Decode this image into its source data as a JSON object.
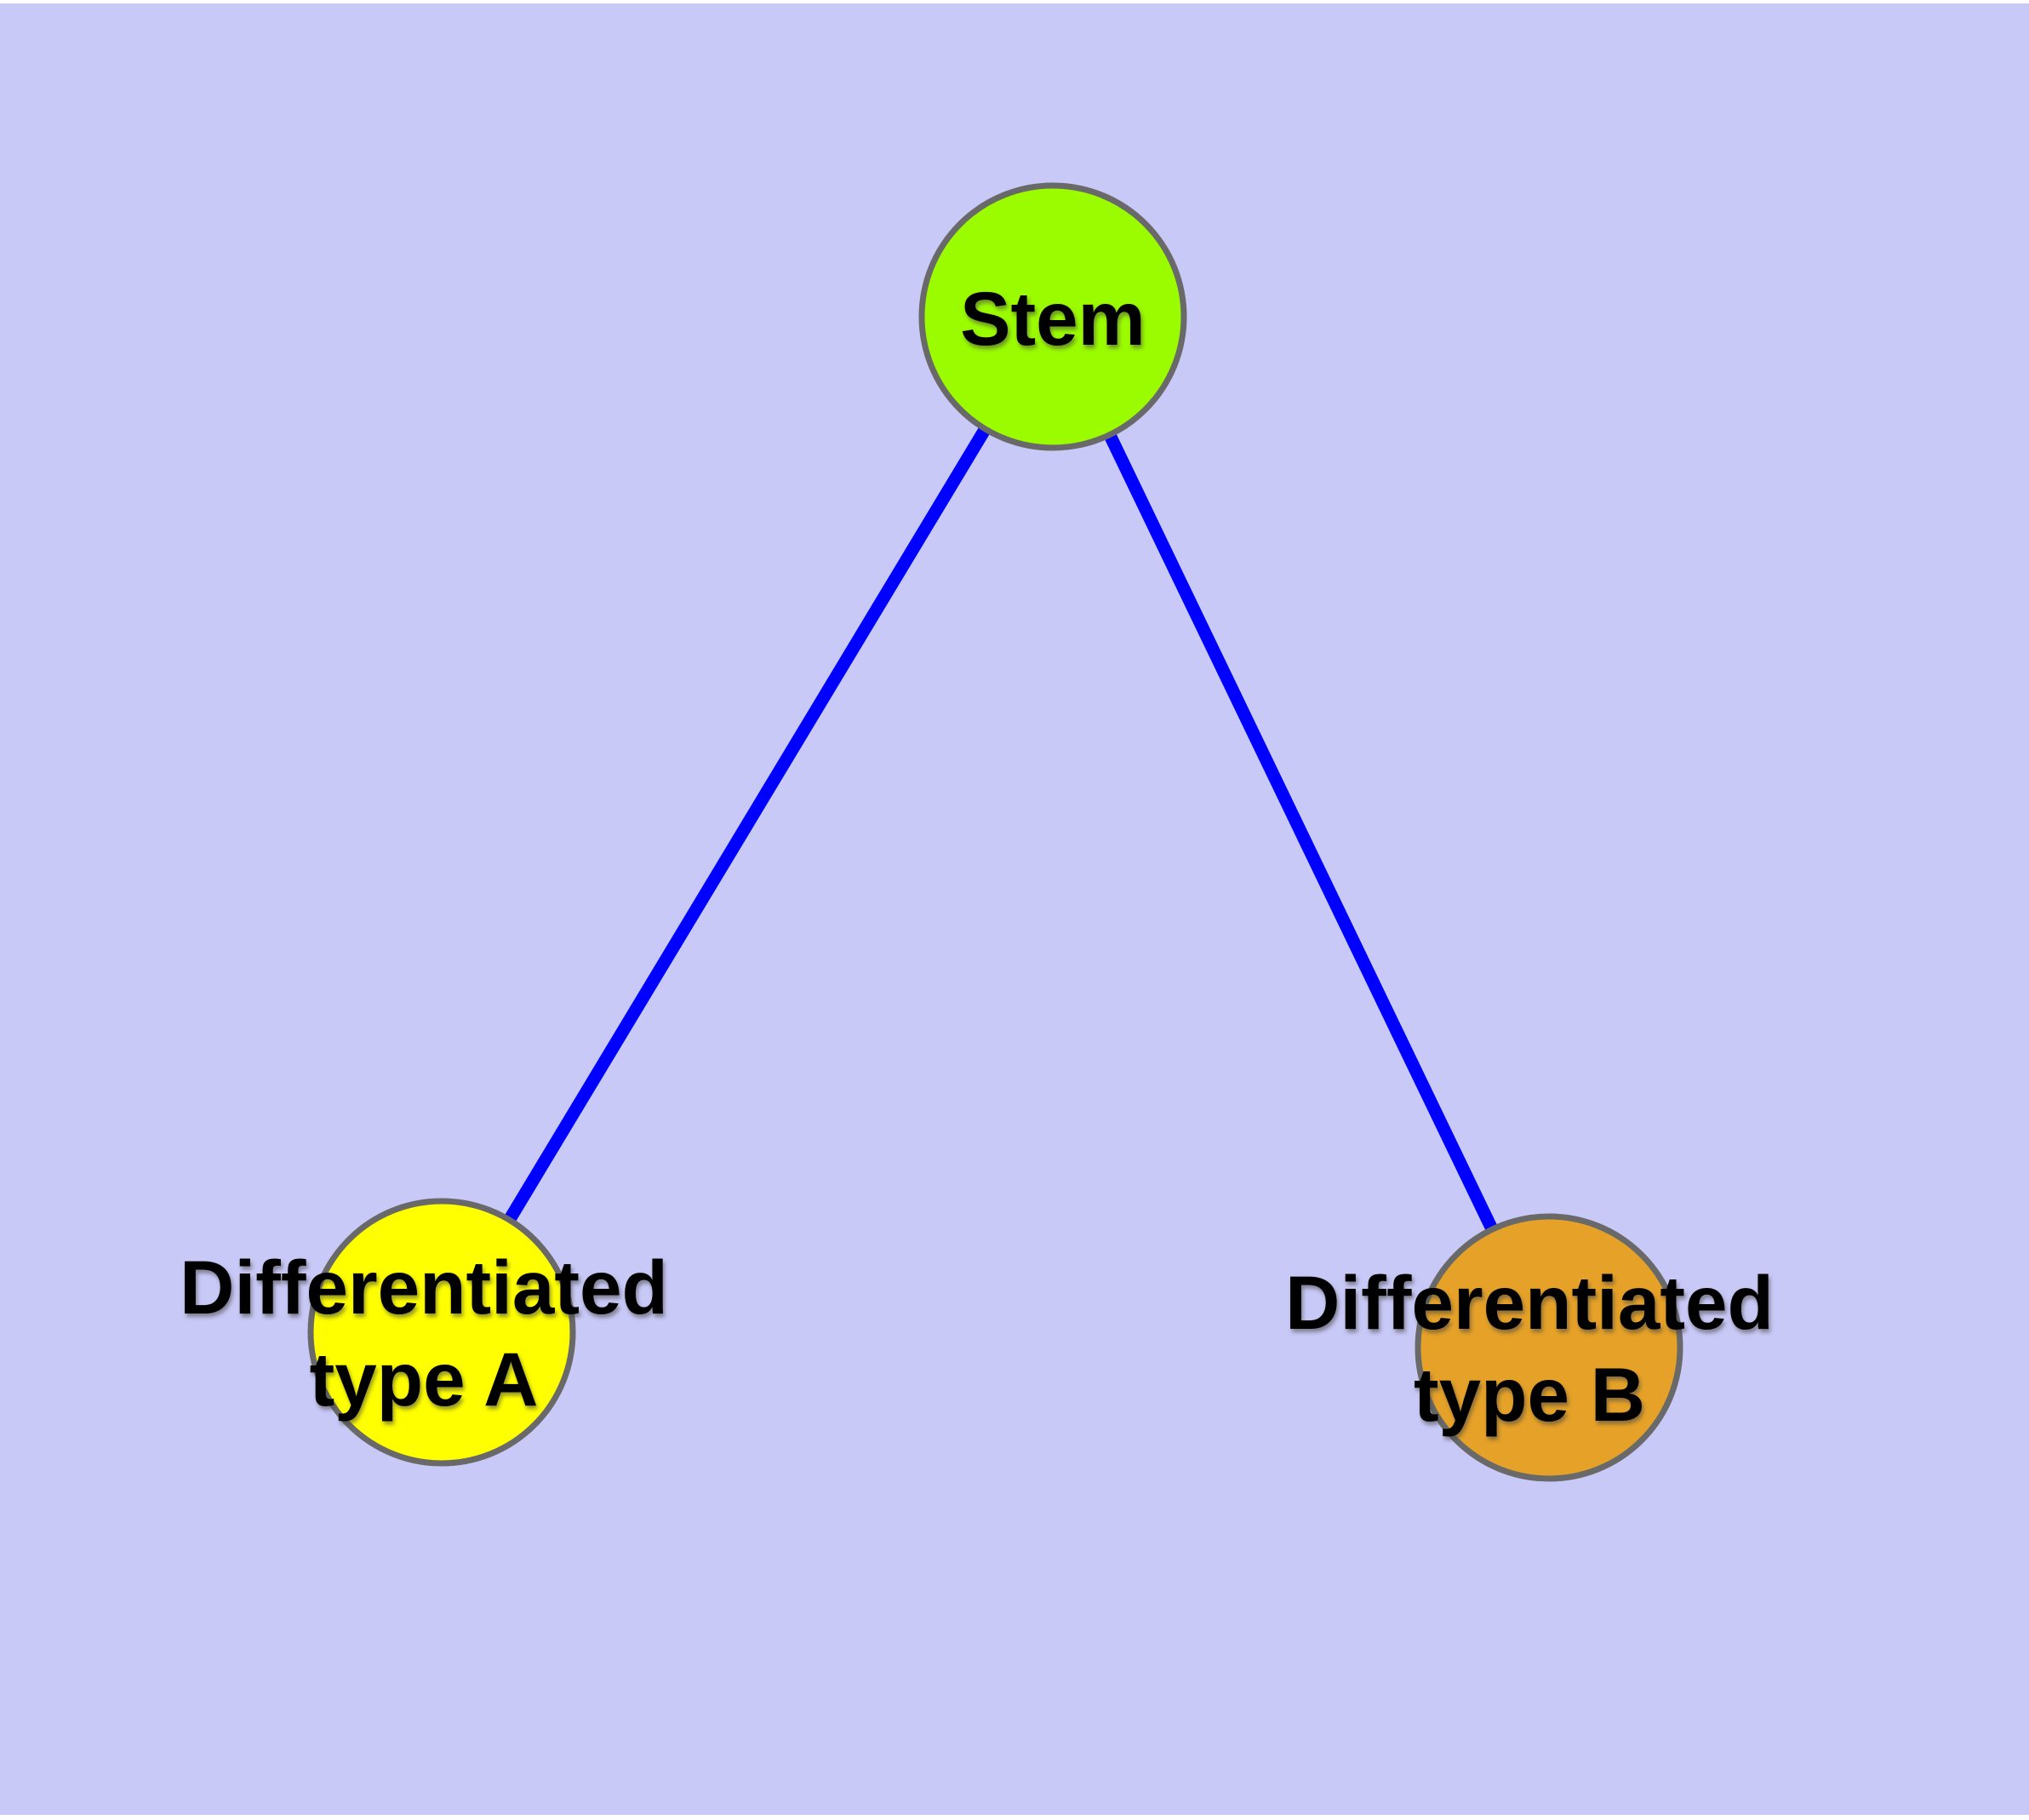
{
  "figure": {
    "background_color": "#C9C9F7",
    "outer_background": "#FFFFFF",
    "edge_color": "#0000FF",
    "node_border_color": "#696969",
    "label_color": "#000000",
    "nodes": [
      {
        "id": "stem",
        "label": "Stem",
        "fill": "#9BFC00"
      },
      {
        "id": "diff-a",
        "label_line1": "Differentiated",
        "label_line2": "type A",
        "fill": "#FFFF00"
      },
      {
        "id": "diff-b",
        "label_line1": "Differentiated",
        "label_line2": "type B",
        "fill": "#E6A228"
      }
    ],
    "edges": [
      {
        "from": "Stem",
        "to": "Differentiated type A"
      },
      {
        "from": "Stem",
        "to": "Differentiated type B"
      }
    ]
  }
}
